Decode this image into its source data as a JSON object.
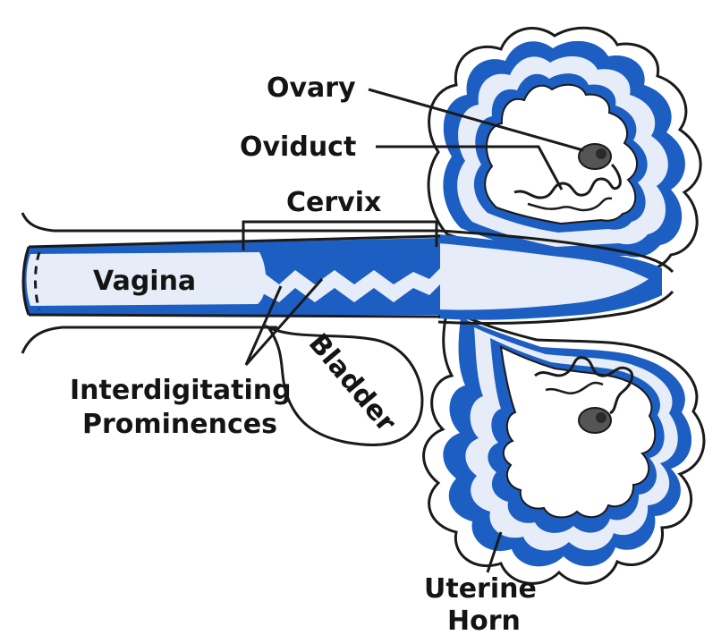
{
  "labels": {
    "ovary": "Ovary",
    "oviduct": "Oviduct",
    "cervix": "Cervix",
    "vagina": "Vagina",
    "bladder": "Bladder",
    "interdigitating_line1": "Interdigitating",
    "interdigitating_line2": "Prominences",
    "uterine_line1": "Uterine",
    "uterine_line2": "Horn"
  },
  "colors": {
    "wall": "#1c5ec2",
    "lumen": "#e6edf8",
    "outline": "#1a1a1a",
    "background": "#ffffff"
  }
}
